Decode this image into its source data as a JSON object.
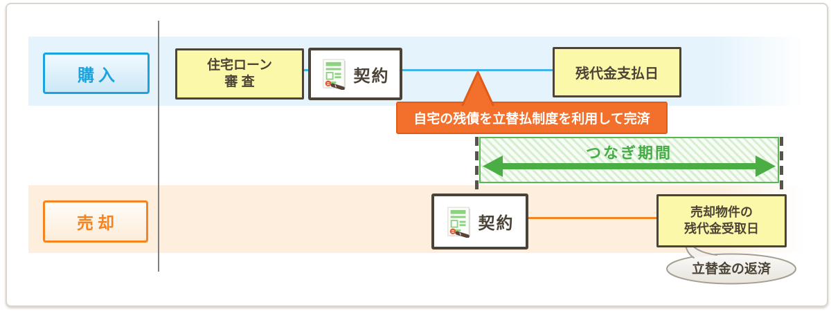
{
  "rows": {
    "purchase": {
      "label": "購入",
      "loan_review_line1": "住宅ローン",
      "loan_review_line2": "審 査",
      "contract_label": "契約",
      "payment_day_label": "残代金支払日"
    },
    "sale": {
      "label": "売却",
      "contract_label": "契約",
      "receipt_line1": "売却物件の",
      "receipt_line2": "残代金受取日"
    }
  },
  "callout": {
    "text": "自宅の残債を立替払制度を利用して完済"
  },
  "bridge": {
    "label": "つなぎ期間"
  },
  "bubble": {
    "text": "立替金の返済"
  },
  "colors": {
    "purchase_accent": "#1aa3de",
    "purchase_band": "#e4f3fc",
    "purchase_timeline": "#3eb5e6",
    "sale_accent": "#f5831f",
    "sale_band": "#fdeedd",
    "callout_orange": "#f2702b",
    "callout_border": "#e05a18",
    "bridge_green": "#55b94f",
    "bridge_text_green": "#45ad45",
    "note_yellow": "#fcf8a9",
    "box_border_dark": "#4c4337"
  }
}
